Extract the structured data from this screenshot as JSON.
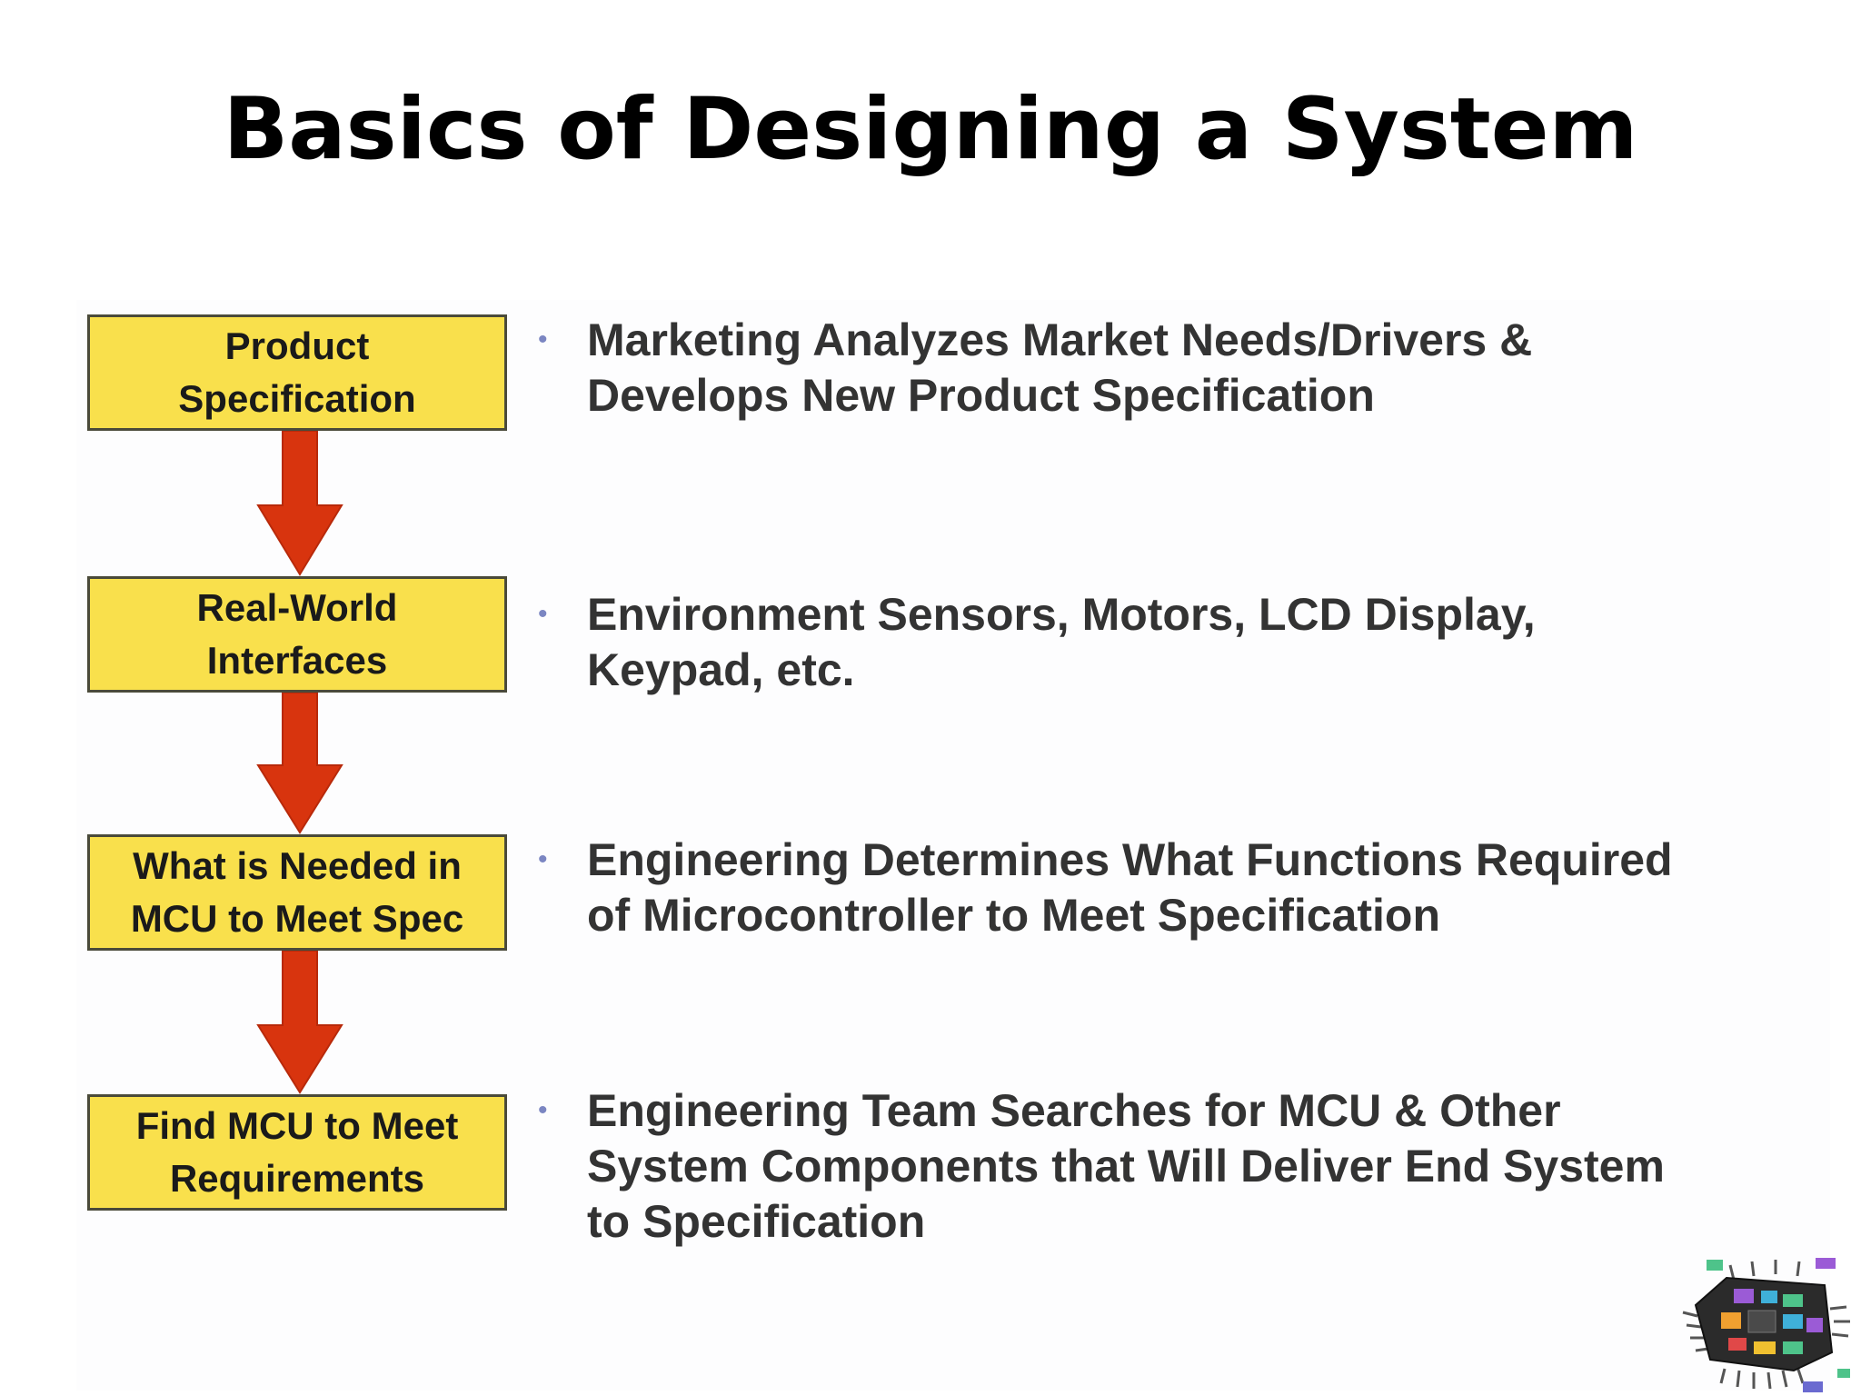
{
  "slide": {
    "title": "Basics of Designing a System"
  },
  "steps": [
    {
      "label": "Product\nSpecification",
      "description": "Marketing Analyzes Market Needs/Drivers &\nDevelops New Product Specification"
    },
    {
      "label": "Real-World\nInterfaces",
      "description": "Environment Sensors, Motors, LCD Display,\nKeypad, etc."
    },
    {
      "label": "What is Needed in\nMCU to Meet Spec",
      "description": "Engineering Determines What Functions Required\nof Microcontroller to Meet Specification"
    },
    {
      "label": "Find MCU to Meet\nRequirements",
      "description": "Engineering Team Searches for MCU & Other\nSystem Components that Will Deliver End System\nto Specification"
    }
  ],
  "colors": {
    "box_fill": "#f9e04c",
    "box_border": "#4a4a3a",
    "arrow_fill": "#d8340e",
    "bullet": "#7b86c2",
    "text": "#333333"
  },
  "icons": {
    "logo": "microchip-icon"
  }
}
